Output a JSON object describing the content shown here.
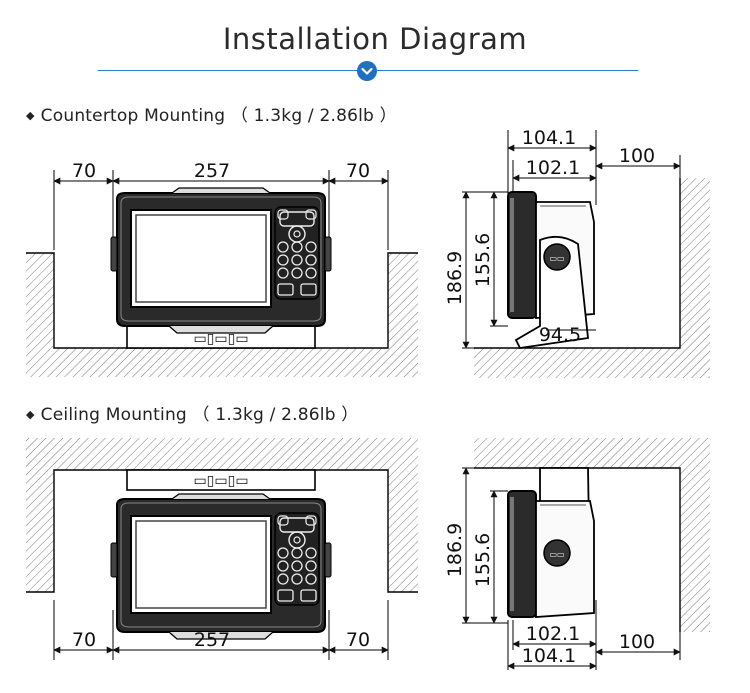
{
  "header": {
    "title": "Installation Diagram"
  },
  "sections": {
    "countertop": "Countertop Mounting （ 1.3kg / 2.86lb ）",
    "ceiling": "Ceiling Mounting （ 1.3kg / 2.86lb ）"
  },
  "dimensions": {
    "front_side_clearance": "70",
    "front_width": "257",
    "side_total_depth": "104.1",
    "side_body_depth": "102.1",
    "side_rear_clearance": "100",
    "side_total_height": "186.9",
    "side_body_height": "155.6",
    "side_bracket_depth": "94.5"
  },
  "colors": {
    "accent": "#1f6fc5",
    "line": "#1a1a1a"
  },
  "icons": {
    "badge": "chevron-down-icon",
    "bullet": "diamond-bullet-icon"
  }
}
